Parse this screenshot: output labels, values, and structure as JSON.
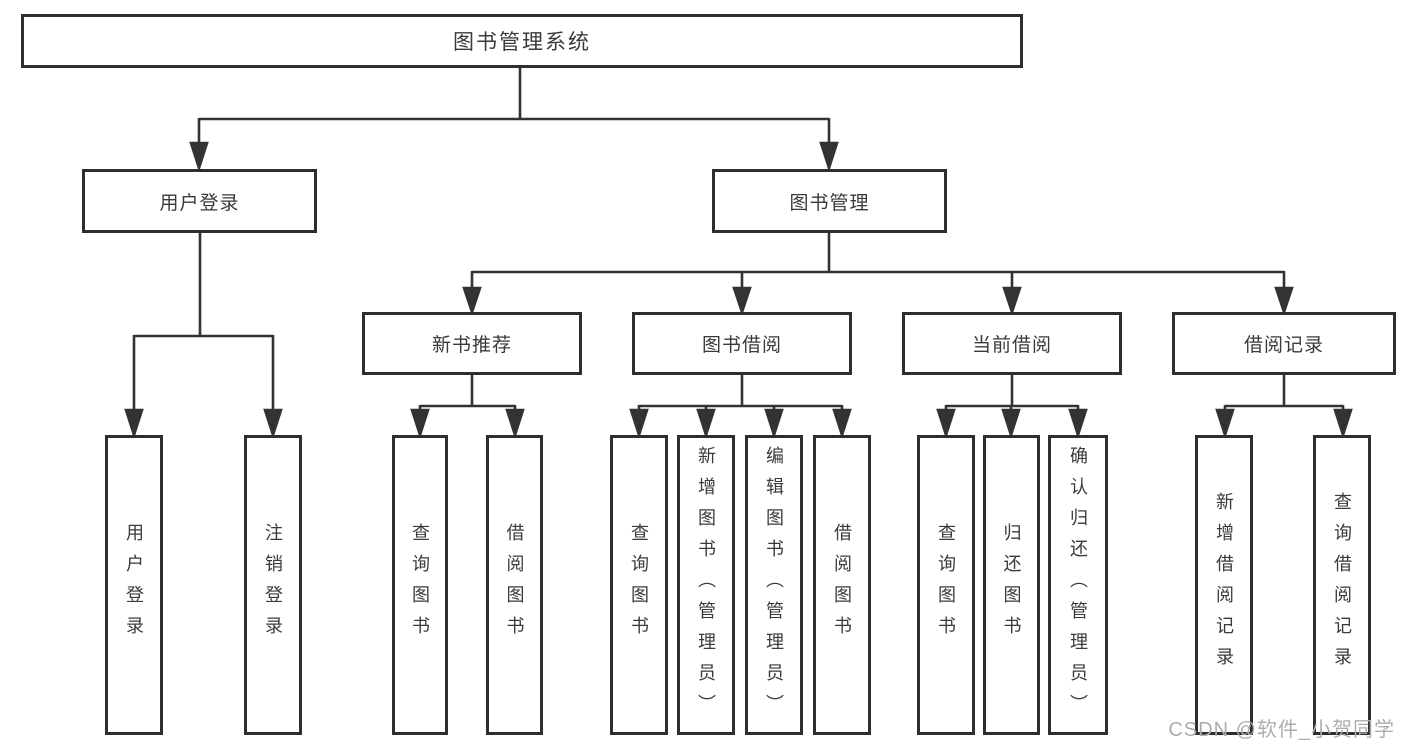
{
  "diagram": {
    "title": "图书管理系统",
    "root": {
      "label": "图书管理系统"
    },
    "level2": {
      "user_login": {
        "label": "用户登录"
      },
      "book_management": {
        "label": "图书管理"
      }
    },
    "user_login_children": [
      {
        "label": "用户登录"
      },
      {
        "label": "注销登录"
      }
    ],
    "book_management_children": [
      {
        "label": "新书推荐"
      },
      {
        "label": "图书借阅"
      },
      {
        "label": "当前借阅"
      },
      {
        "label": "借阅记录"
      }
    ],
    "new_book_children": [
      {
        "label": "查询图书"
      },
      {
        "label": "借阅图书"
      }
    ],
    "book_borrow_children": [
      {
        "label": "查询图书"
      },
      {
        "label": "新增图书（管理员）"
      },
      {
        "label": "编辑图书（管理员）"
      },
      {
        "label": "借阅图书"
      }
    ],
    "current_borrow_children": [
      {
        "label": "查询图书"
      },
      {
        "label": "归还图书"
      },
      {
        "label": "确认归还（管理员）"
      }
    ],
    "borrow_record_children": [
      {
        "label": "新增借阅记录"
      },
      {
        "label": "查询借阅记录"
      }
    ]
  },
  "watermark": "CSDN @软件_小贺同学",
  "colors": {
    "line": "#333333",
    "box_border": "#2e2e2e",
    "text": "#3a3a3a",
    "watermark": "#adadad",
    "background": "#ffffff"
  }
}
